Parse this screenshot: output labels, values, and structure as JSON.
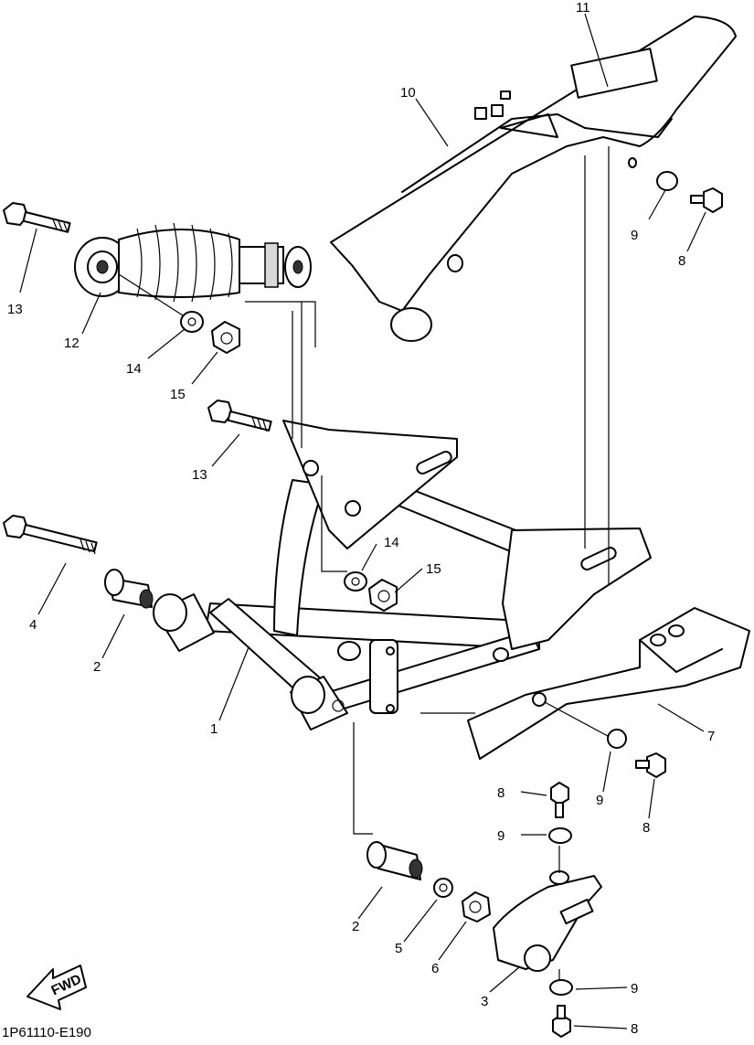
{
  "diagram": {
    "code": "1P61110-E190",
    "fwd_label": "FWD",
    "callouts": {
      "c1": "1",
      "c2a": "2",
      "c2b": "2",
      "c3": "3",
      "c4": "4",
      "c5": "5",
      "c6": "6",
      "c7": "7",
      "c8a": "8",
      "c8b": "8",
      "c8c": "8",
      "c8d": "8",
      "c9a": "9",
      "c9b": "9",
      "c9c": "9",
      "c9d": "9",
      "c10": "10",
      "c11": "11",
      "c12": "12",
      "c13a": "13",
      "c13b": "13",
      "c14a": "14",
      "c14b": "14",
      "c15a": "15",
      "c15b": "15"
    }
  }
}
